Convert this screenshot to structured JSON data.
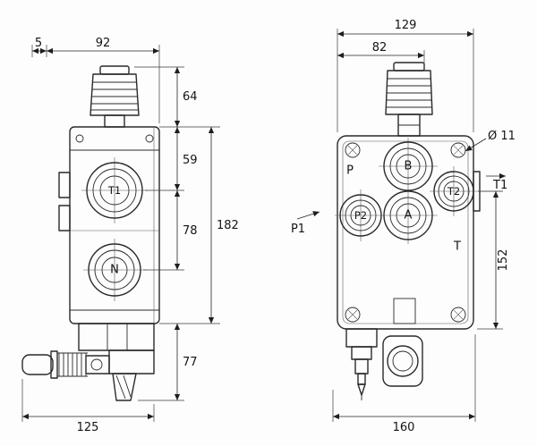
{
  "left_view": {
    "port_t1": "T1",
    "port_n": "N",
    "dim_5": "5",
    "dim_92": "92",
    "dim_64": "64",
    "dim_59": "59",
    "dim_78": "78",
    "dim_182": "182",
    "dim_77": "77",
    "dim_125": "125"
  },
  "right_view": {
    "port_b": "B",
    "port_t2": "T2",
    "port_p2": "P2",
    "port_a": "A",
    "label_p": "P",
    "label_t": "T",
    "label_p1": "P1",
    "label_t1": "T1",
    "label_diameter": "Ø 11",
    "dim_129": "129",
    "dim_82": "82",
    "dim_152": "152",
    "dim_160": "160"
  }
}
